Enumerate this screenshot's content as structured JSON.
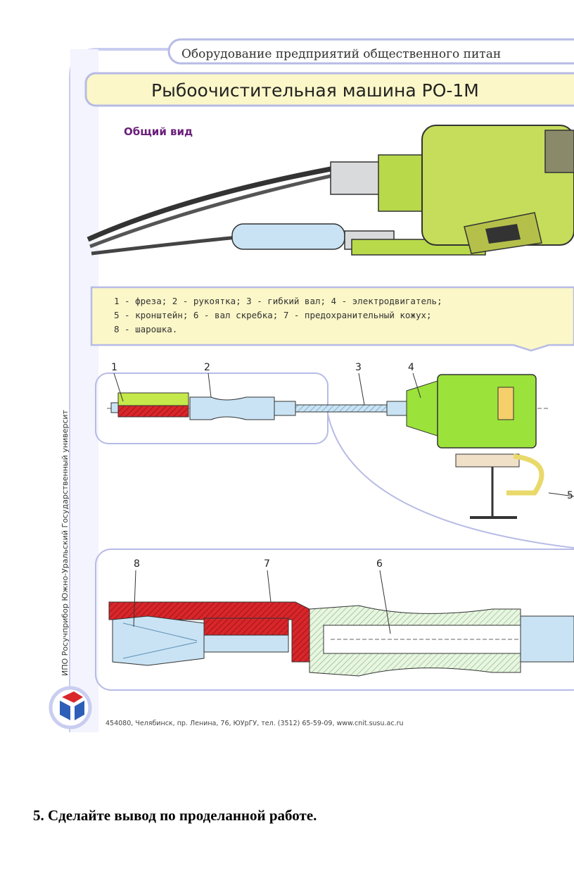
{
  "poster": {
    "header": "Оборудование предприятий общественного питан",
    "title": "Рыбоочистительная машина РО-1М",
    "subtitle": "Общий вид",
    "legend": [
      "1 - фреза; 2 - рукоятка; 3 - гибкий вал; 4 - электродвигатель;",
      "5 - кронштейн; 6 - вал скребка; 7 - предохранительный кожух;",
      "8 - шарошка."
    ],
    "callouts": [
      "1",
      "2",
      "3",
      "4",
      "5",
      "6",
      "7",
      "8"
    ],
    "side_text": "ИПО Росучприбор     Южно-Уральский Государственный университ",
    "footer": "454080, Челябинск, пр. Ленина, 76, ЮУрГУ, тел. (3512) 65-59-09, www.cnit.susu.ac.ru",
    "colors": {
      "frame": "#c9cdf0",
      "title_band": "#fbf7c8",
      "motor_green": "#9be23a",
      "shaft_blue": "#c9e3f4",
      "cutaway_red": "#d8262b",
      "legend_bg": "#fbf7c8"
    }
  },
  "task": {
    "text": "5. Сделайте вывод по проделанной работе."
  }
}
